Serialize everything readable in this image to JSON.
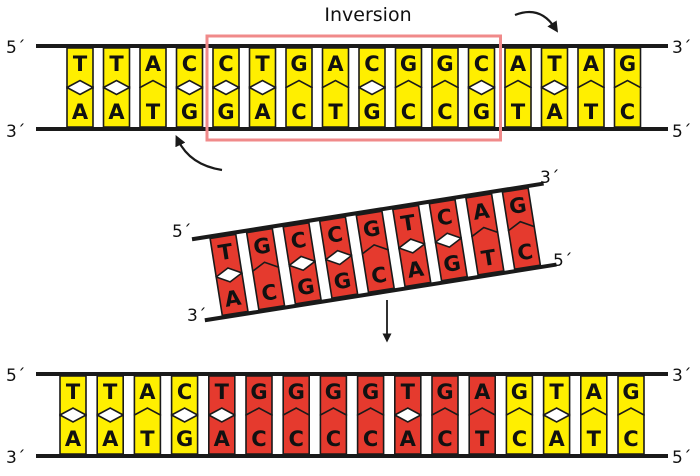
{
  "colors": {
    "normal": "#ffef00",
    "inverted": "#e53a2e",
    "backbone": "#1a1a1a",
    "highlight": "#f08a8a"
  },
  "labels": {
    "inversion": "Inversion",
    "five_prime": "5´",
    "three_prime": "3´"
  },
  "original": {
    "top": [
      "T",
      "T",
      "A",
      "C",
      "C",
      "T",
      "G",
      "A",
      "C",
      "G",
      "G",
      "C",
      "A",
      "T",
      "A",
      "G"
    ],
    "bottom": [
      "A",
      "A",
      "T",
      "G",
      "G",
      "A",
      "C",
      "T",
      "G",
      "C",
      "C",
      "G",
      "T",
      "A",
      "T",
      "C"
    ],
    "inversion_range": [
      4,
      12
    ]
  },
  "excised": {
    "top": [
      "T",
      "G",
      "C",
      "C",
      "G",
      "T",
      "C",
      "A",
      "G"
    ],
    "bottom": [
      "A",
      "C",
      "G",
      "G",
      "C",
      "A",
      "G",
      "T",
      "C"
    ]
  },
  "result": {
    "top": [
      "T",
      "T",
      "A",
      "C",
      "T",
      "G",
      "G",
      "G",
      "G",
      "T",
      "G",
      "A",
      "G",
      "T",
      "A",
      "G"
    ],
    "bottom": [
      "A",
      "A",
      "T",
      "G",
      "A",
      "C",
      "C",
      "C",
      "C",
      "A",
      "C",
      "T",
      "C",
      "A",
      "T",
      "C"
    ],
    "inverted_range": [
      4,
      12
    ]
  }
}
